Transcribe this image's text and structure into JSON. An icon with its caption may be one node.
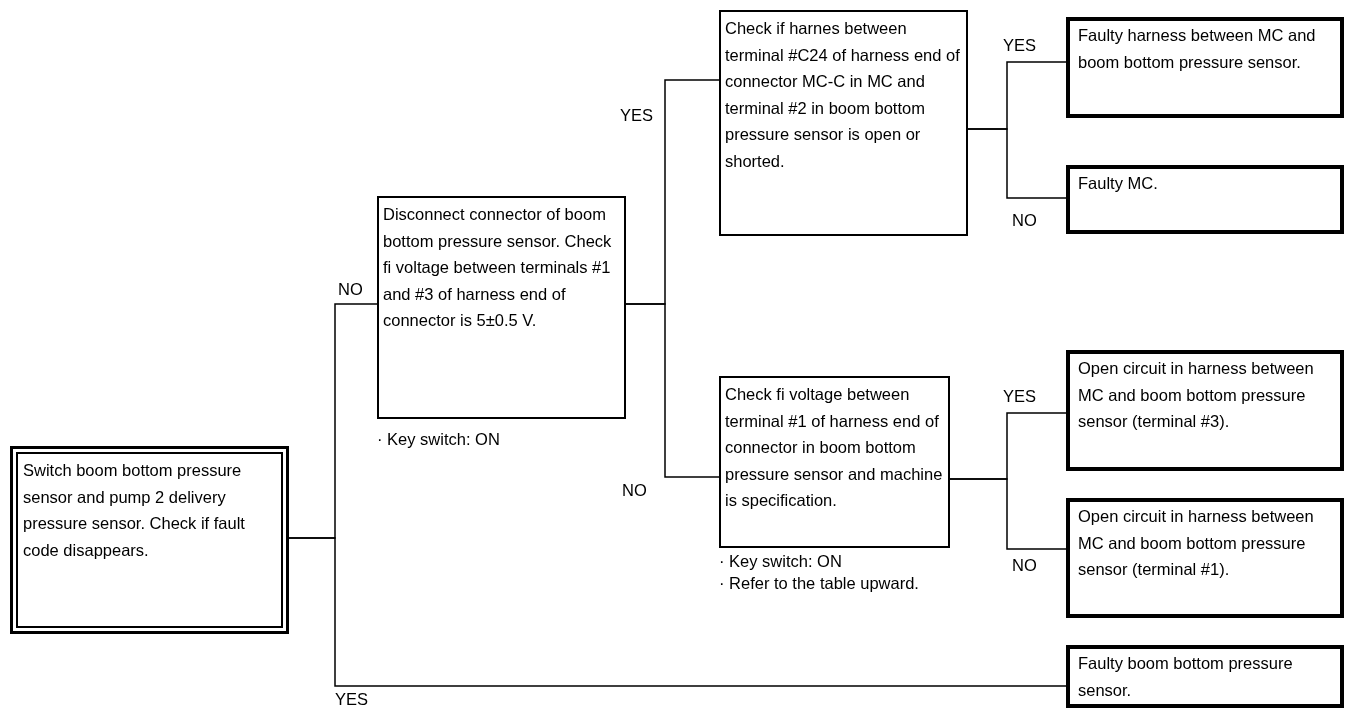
{
  "diagram": {
    "nodes": [
      {
        "text": [
          "Switch boom bottom pressure sensor and pump 2 delivery pressure sensor. Check if fault code disappears."
        ]
      },
      {
        "text": [
          "Disconnect connector of boom bottom pressure sensor. Check fi voltage between terminals #1 and #3 of harness end of connector is 5±0.5 V."
        ],
        "beside": [
          "· Key switch: ON"
        ]
      },
      {
        "text": [
          "Check if harnes between terminal #C24 of harness end of connector MC-C in MC and terminal #2 in boom bottom pressure sensor is open or shorted."
        ]
      },
      {
        "text": [
          "Check fi voltage between terminal #1 of harness end of connector in boom bottom pressure sensor and machine is specification."
        ],
        "beside": [
          "· Key switch: ON",
          "· Refer to the table upward."
        ]
      },
      {
        "text": [
          "Faulty harness between MC and boom bottom pressure sensor."
        ]
      },
      {
        "text": [
          "Faulty MC."
        ]
      },
      {
        "text": [
          "Open circuit in harness between MC and boom bottom pressure sensor (terminal #3)."
        ]
      },
      {
        "text": [
          "Open circuit in harness between MC and boom bottom pressure sensor (terminal #1)."
        ]
      },
      {
        "text": [
          "Faulty boom bottom pressure sensor."
        ]
      }
    ],
    "edges": [
      {
        "from": 0,
        "to": 1,
        "arrow": "none",
        "label": "NO"
      },
      {
        "from": 0,
        "to": 8,
        "arrow": "none",
        "label": "YES"
      },
      {
        "from": 1,
        "to": 2,
        "arrow": "none",
        "label": "YES"
      },
      {
        "from": 1,
        "to": 3,
        "arrow": "none",
        "label": "NO"
      },
      {
        "from": 2,
        "to": 4,
        "arrow": "none",
        "label": "YES"
      },
      {
        "from": 2,
        "to": 5,
        "arrow": "none",
        "label": "NO"
      },
      {
        "from": 3,
        "to": 6,
        "arrow": "none",
        "label": "YES"
      },
      {
        "from": 3,
        "to": 7,
        "arrow": "none",
        "label": "NO"
      }
    ]
  }
}
